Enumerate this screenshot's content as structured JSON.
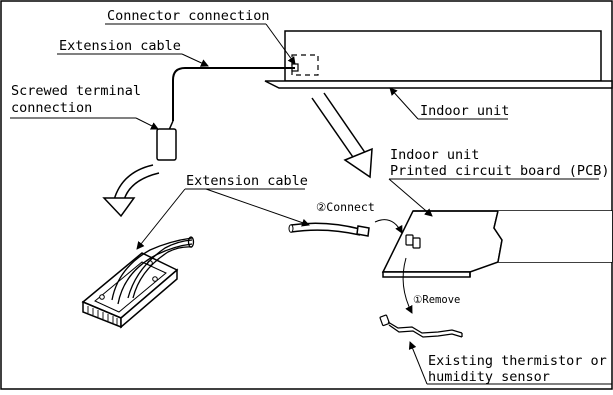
{
  "labels": {
    "connector_connection": "Connector connection",
    "extension_cable_top": "Extension cable",
    "screwed_terminal_line1": "Screwed terminal",
    "screwed_terminal_line2": "connection",
    "indoor_unit": "Indoor unit",
    "pcb_line1": "Indoor unit",
    "pcb_line2": "Printed circuit board (PCB)",
    "extension_cable_mid": "Extension cable",
    "connect_step": "②Connect",
    "remove_step": "①Remove",
    "sensor_line1": "Existing thermistor or",
    "sensor_line2": "humidity sensor"
  }
}
